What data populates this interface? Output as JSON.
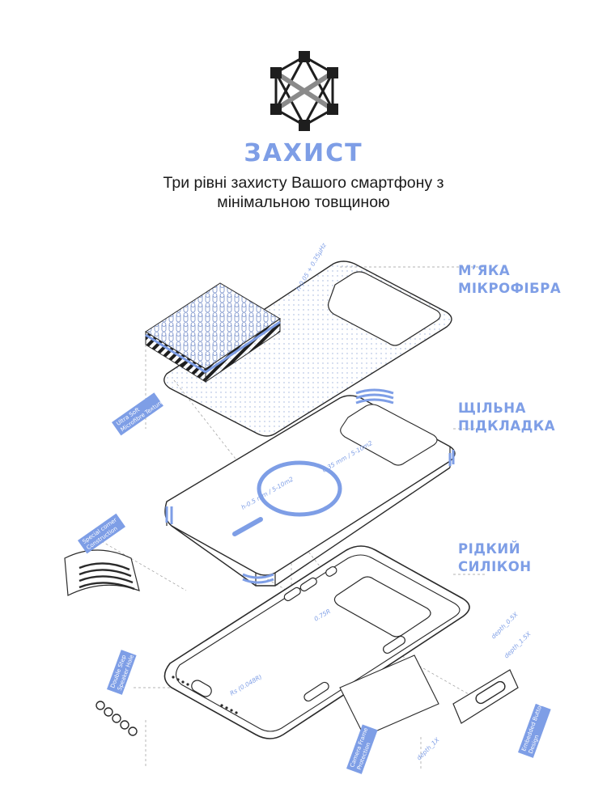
{
  "header": {
    "title": "ЗАХИСТ",
    "subtitle_line1": "Три рівні захисту Вашого смартфону з",
    "subtitle_line2": "мінімальною товщиною"
  },
  "layers": {
    "microfiber": {
      "line1": "М’ЯКА",
      "line2": "МІКРОФІБРА"
    },
    "lining": {
      "line1": "ЩІЛЬНА",
      "line2": "ПІДКЛАДКА"
    },
    "silicone": {
      "line1": "РІДКИЙ",
      "line2": "СИЛІКОН"
    }
  },
  "dimensions": {
    "microfiber_thickness": "h-0.05 + 0.35μHz",
    "lining_spec": "0.35 mm / 5-10m2",
    "magnet_spec": "h-0.5 mm / 5-10m2",
    "silicone_spec": "0.75R",
    "radius": "Rs (0.048R)",
    "depth_top": "depth_0.5X",
    "depth_mid": "depth_1.5X",
    "depth_bottom": "depth_1X"
  },
  "callouts": {
    "ultra_soft_line1": "Ultra Soft",
    "ultra_soft_line2": "Microfibre Texture",
    "corner_line1": "Special corner",
    "corner_line2": "Construction",
    "speaker_line1": "Double Step",
    "speaker_line2": "Speaker Hole",
    "camera_line1": "Camera Frame",
    "camera_line2": "Protection",
    "buttons_line1": "Embedded Button",
    "buttons_line2": "Design"
  },
  "colors": {
    "accent": "#7e9ee6",
    "text": "#1a1a1a",
    "line": "#222222",
    "background": "#ffffff"
  },
  "icons": {
    "logo": "molecule-hexagon-logo-icon"
  }
}
